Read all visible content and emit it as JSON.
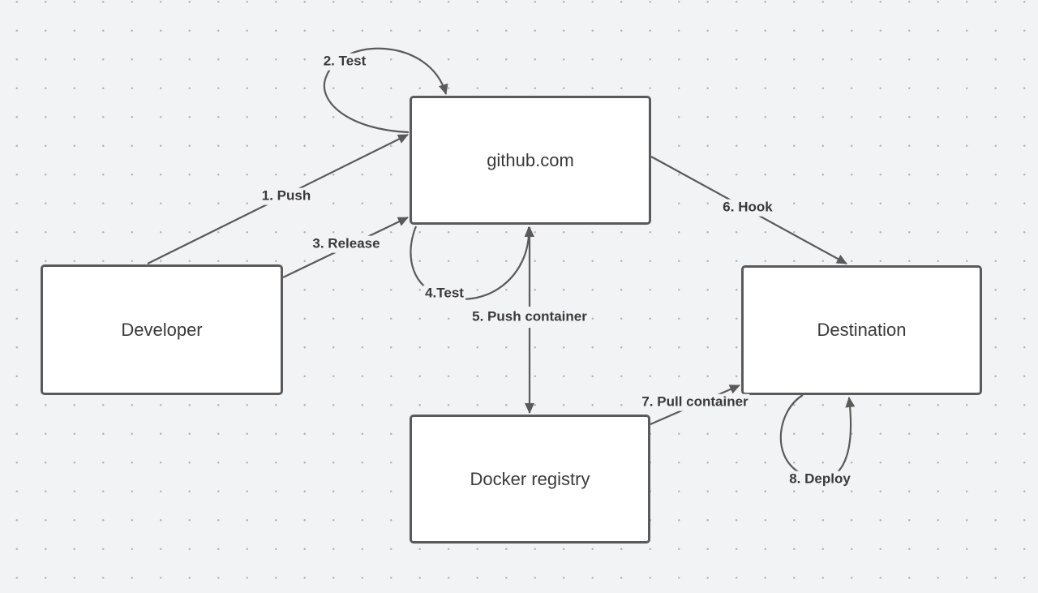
{
  "nodes": {
    "developer": "Developer",
    "github": "github.com",
    "destination": "Destination",
    "registry": "Docker registry"
  },
  "edges": {
    "push": "1. Push",
    "test_1": "2. Test",
    "release": "3. Release",
    "test_2": "4.Test",
    "push_container": "5. Push container",
    "hook": "6. Hook",
    "pull_container": "7. Pull container",
    "deploy": "8. Deploy"
  },
  "colors": {
    "background": "#f2f3f5",
    "stroke": "#5a5a5a",
    "node_fill": "#ffffff",
    "text": "#3a3a3a"
  }
}
